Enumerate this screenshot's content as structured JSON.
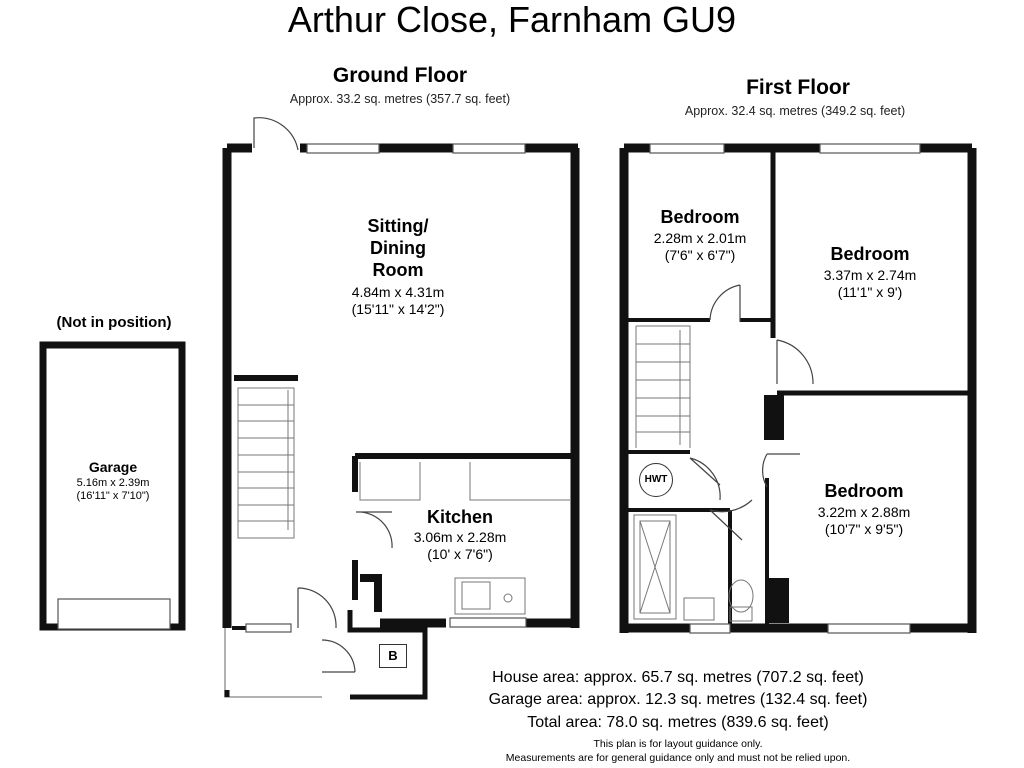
{
  "title": "Arthur Close, Farnham GU9",
  "ground_floor": {
    "title": "Ground Floor",
    "area": "Approx. 33.2 sq. metres (357.7 sq. feet)",
    "sitting": {
      "name_line1": "Sitting/",
      "name_line2": "Dining",
      "name_line3": "Room",
      "dim_m": "4.84m x 4.31m",
      "dim_ft": "(15'11\" x 14'2\")"
    },
    "kitchen": {
      "name": "Kitchen",
      "dim_m": "3.06m x 2.28m",
      "dim_ft": "(10' x 7'6\")"
    },
    "boiler_label": "B"
  },
  "garage": {
    "note": "(Not in position)",
    "name": "Garage",
    "dim_m": "5.16m x 2.39m",
    "dim_ft": "(16'11\" x 7'10\")"
  },
  "first_floor": {
    "title": "First Floor",
    "area": "Approx. 32.4 sq. metres (349.2 sq. feet)",
    "bedroom_small": {
      "name": "Bedroom",
      "dim_m": "2.28m x 2.01m",
      "dim_ft": "(7'6\" x 6'7\")"
    },
    "bedroom_large": {
      "name": "Bedroom",
      "dim_m": "3.37m x 2.74m",
      "dim_ft": "(11'1\" x 9')"
    },
    "bedroom_lower": {
      "name": "Bedroom",
      "dim_m": "3.22m x 2.88m",
      "dim_ft": "(10'7\" x 9'5\")"
    },
    "hwt_label": "HWT"
  },
  "summary": {
    "house_area": "House area: approx. 65.7 sq. metres (707.2 sq. feet)",
    "garage_area": "Garage area: approx. 12.3 sq. metres (132.4 sq. feet)",
    "total_area": "Total area: 78.0 sq. metres (839.6 sq. feet)"
  },
  "disclaimer": {
    "line1": "This plan is for layout guidance only.",
    "line2": "Measurements are for general guidance only and must not be relied upon."
  }
}
